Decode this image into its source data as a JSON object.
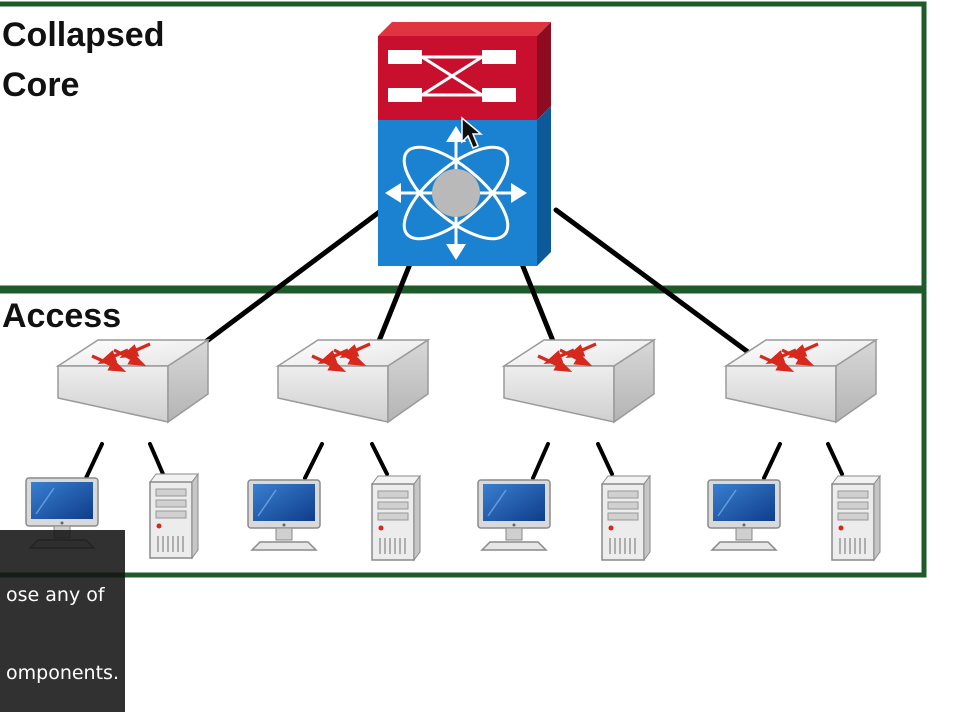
{
  "tiers": {
    "core_label_line1": "Collapsed",
    "core_label_line2": "Core",
    "access_label": "Access"
  },
  "caption": {
    "line1": "ose any of",
    "line2": "omponents."
  },
  "icons": {
    "core_device": "multilayer-switch-icon",
    "access_device": "switch-icon",
    "endpoint_pc": "desktop-computer-icon",
    "endpoint_server": "server-tower-icon",
    "cursor": "mouse-pointer-icon"
  },
  "colors": {
    "frame_border": "#1f5a2a",
    "core_red": "#c8102e",
    "core_blue": "#1478c8",
    "link": "#000000"
  }
}
